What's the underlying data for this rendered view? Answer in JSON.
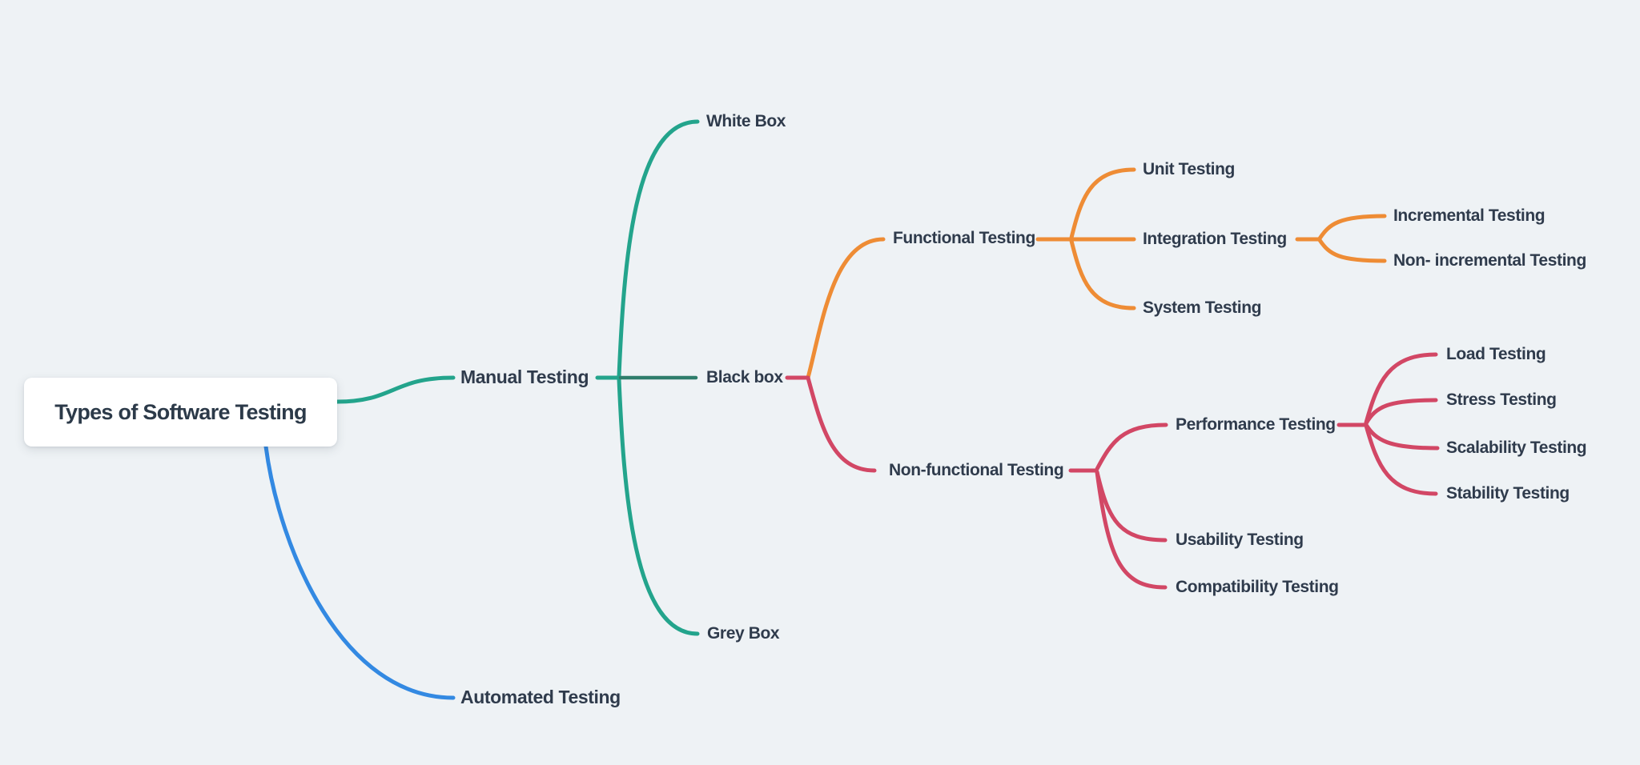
{
  "colors": {
    "background": "#eef2f5",
    "text": "#2f3b4c",
    "root_bg": "#ffffff",
    "teal": "#23a48c",
    "dark_green": "#2e7d6b",
    "blue": "#3389e2",
    "orange": "#ee8c35",
    "crimson": "#d24765"
  },
  "mindmap": {
    "root": "Types of Software Testing",
    "nodes": {
      "manual": "Manual Testing",
      "automated": "Automated Testing",
      "white_box": "White Box",
      "black_box": "Black box",
      "grey_box": "Grey Box",
      "functional": "Functional Testing",
      "non_functional": "Non-functional Testing",
      "unit": "Unit Testing",
      "integration": "Integration Testing",
      "system": "System Testing",
      "incremental": "Incremental Testing",
      "non_incremental": "Non- incremental Testing",
      "performance": "Performance Testing",
      "usability": "Usability Testing",
      "compatibility": "Compatibility Testing",
      "load": "Load Testing",
      "stress": "Stress Testing",
      "scalability": "Scalability Testing",
      "stability": "Stability Testing"
    },
    "hierarchy": {
      "root": [
        "manual",
        "automated"
      ],
      "manual": [
        "white_box",
        "black_box",
        "grey_box"
      ],
      "automated": [],
      "white_box": [],
      "black_box": [
        "functional",
        "non_functional"
      ],
      "grey_box": [],
      "functional": [
        "unit",
        "integration",
        "system"
      ],
      "integration": [
        "incremental",
        "non_incremental"
      ],
      "unit": [],
      "system": [],
      "incremental": [],
      "non_incremental": [],
      "non_functional": [
        "performance",
        "usability",
        "compatibility"
      ],
      "performance": [
        "load",
        "stress",
        "scalability",
        "stability"
      ],
      "usability": [],
      "compatibility": [],
      "load": [],
      "stress": [],
      "scalability": [],
      "stability": []
    },
    "branch_colors": {
      "manual_branch": "teal",
      "automated_branch": "blue",
      "manual_to_black_box_link": "dark_green",
      "functional_branch": "orange",
      "non_functional_branch": "crimson"
    }
  }
}
